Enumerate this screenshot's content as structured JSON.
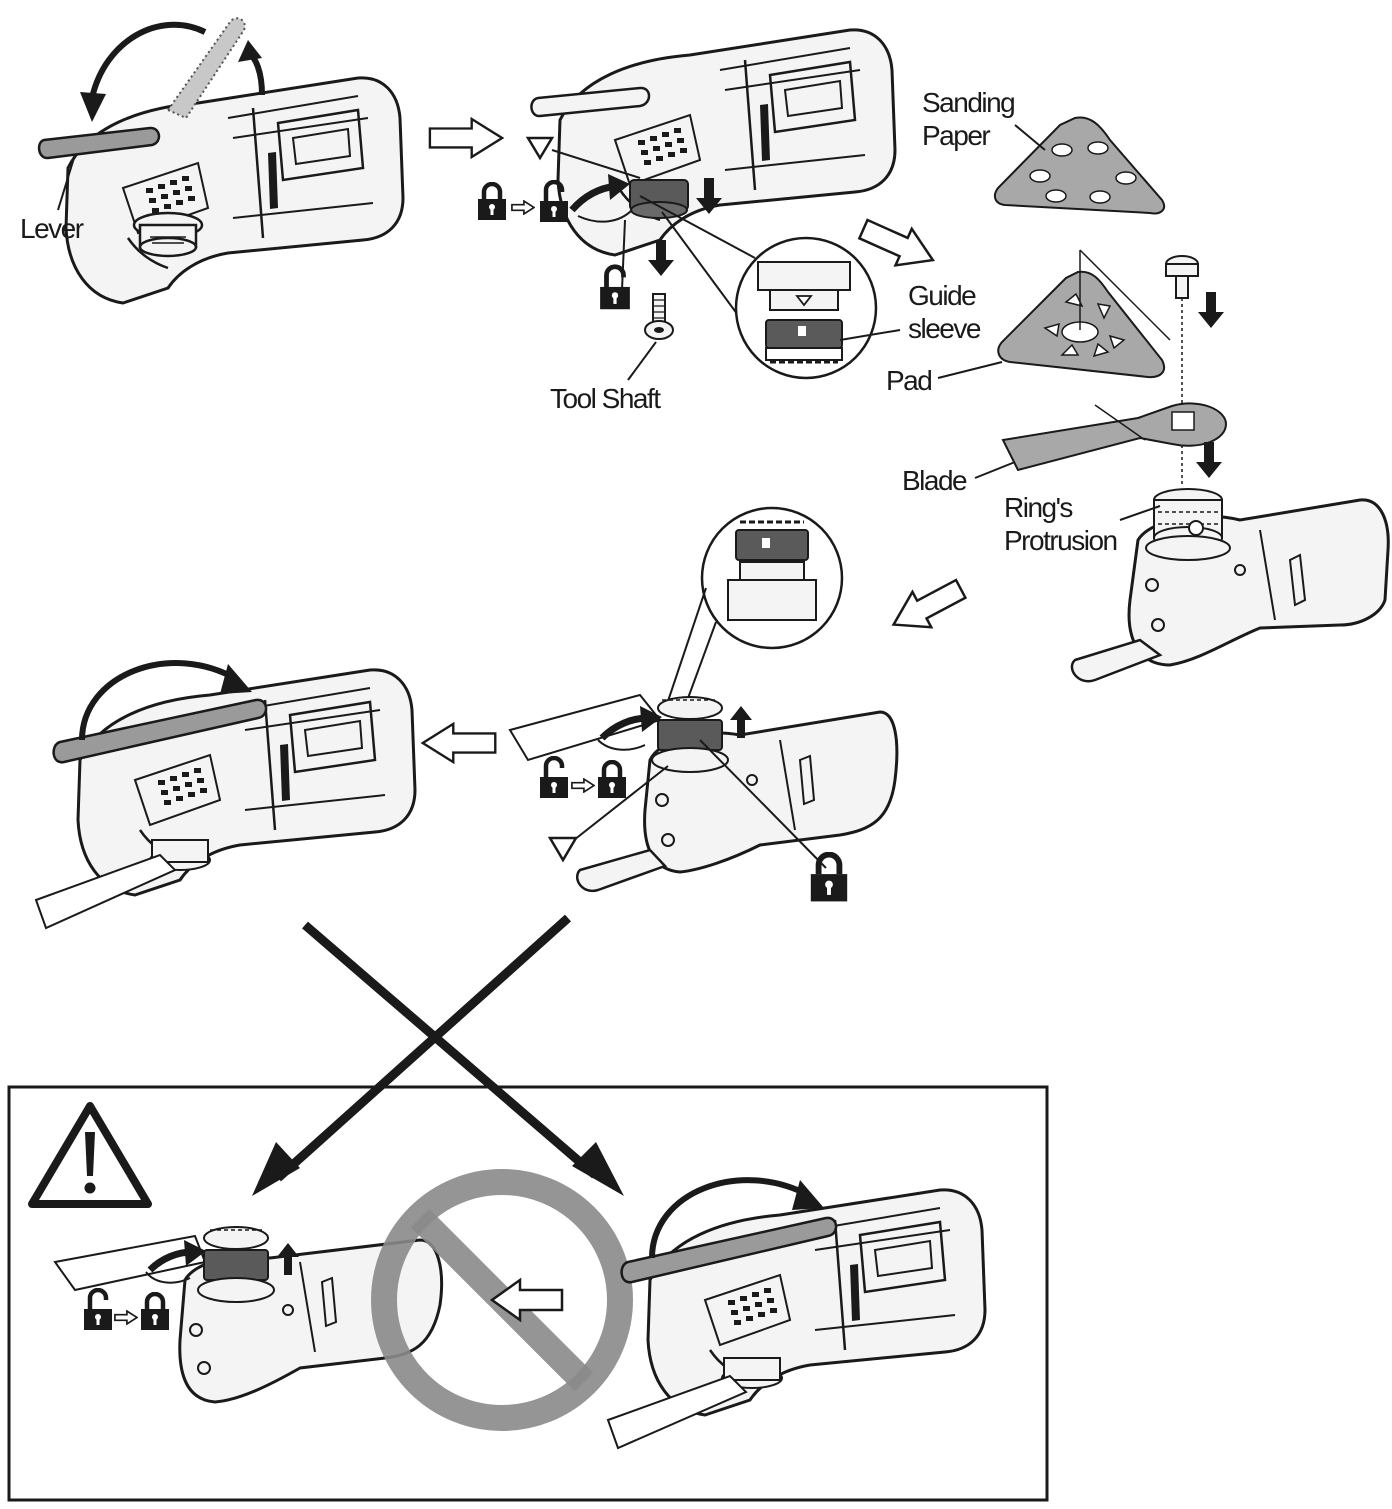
{
  "labels": {
    "lever": "Lever",
    "sanding_paper_line1": "Sanding",
    "sanding_paper_line2": "Paper",
    "guide_sleeve_line1": "Guide",
    "guide_sleeve_line2": "sleeve",
    "pad": "Pad",
    "tool_shaft": "Tool Shaft",
    "blade": "Blade",
    "rings_protrusion_line1": "Ring's",
    "rings_protrusion_line2": "Protrusion"
  },
  "icons": {
    "lock": "lock-icon",
    "unlock": "unlock-icon",
    "warning": "warning-icon",
    "prohibited": "prohibited-icon",
    "alignment_mark": "triangle-mark-icon"
  },
  "colors": {
    "ink": "#1a1a1a",
    "body_fill": "#f4f4f4",
    "gray_part": "#8c8c8c",
    "dark_part": "#4d4d4d",
    "prohibited": "#8a8a8a"
  }
}
